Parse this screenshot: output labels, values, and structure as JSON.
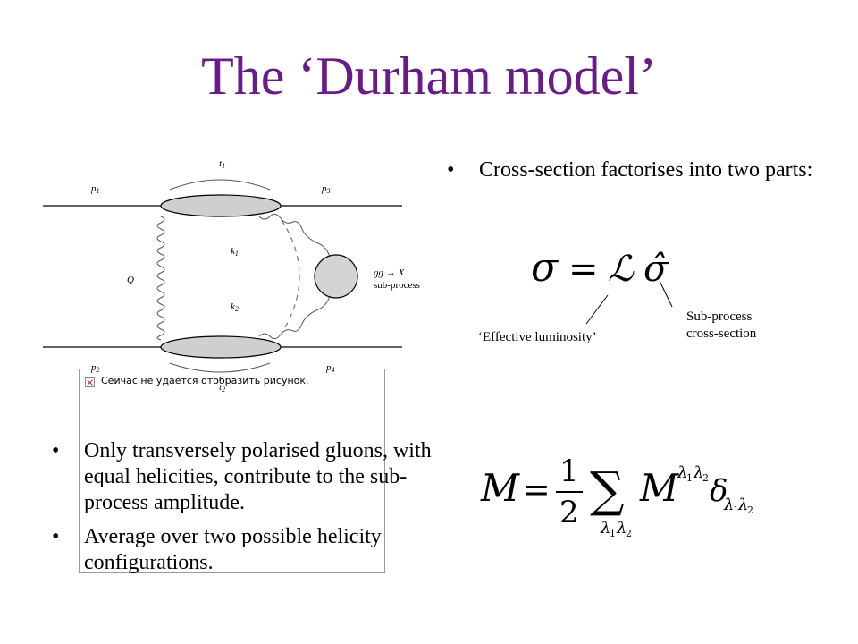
{
  "title": "The ‘Durham model’",
  "right_bullets": [
    "Cross-section factorises into two parts:"
  ],
  "left_bullets": [
    "Only transversely polarised gluons, with equal helicities, contribute to the sub-process amplitude.",
    "Average over two possible helicity configurations."
  ],
  "formula_sigma": {
    "lhs": "σ",
    "eq": "=",
    "lumi": "ℒ",
    "hat": "σ̂"
  },
  "labels": {
    "luminosity": "‘Effective luminosity’",
    "subprocess_line1": "Sub-process",
    "subprocess_line2": "cross-section"
  },
  "broken_image_text": "Сейчас не удается отобразить рисунок.",
  "diagram": {
    "p1": "p",
    "p1_sub": "1",
    "p3": "p",
    "p3_sub": "3",
    "p2": "p",
    "p2_sub": "2",
    "p4": "p",
    "p4_sub": "4",
    "t1": "t",
    "t1_sub": "1",
    "t2": "t",
    "t2_sub": "2",
    "k1": "k",
    "k1_sub": "1",
    "k2": "k",
    "k2_sub": "2",
    "Q": "Q",
    "process": "gg → X",
    "subprocess": "sub-process"
  },
  "formula_M": {
    "lhs": "M",
    "eq": "=",
    "num": "1",
    "den": "2",
    "sum": "∑",
    "M": "M",
    "delta": "δ",
    "lambda": "λ",
    "sub1": "1",
    "sub2": "2"
  }
}
